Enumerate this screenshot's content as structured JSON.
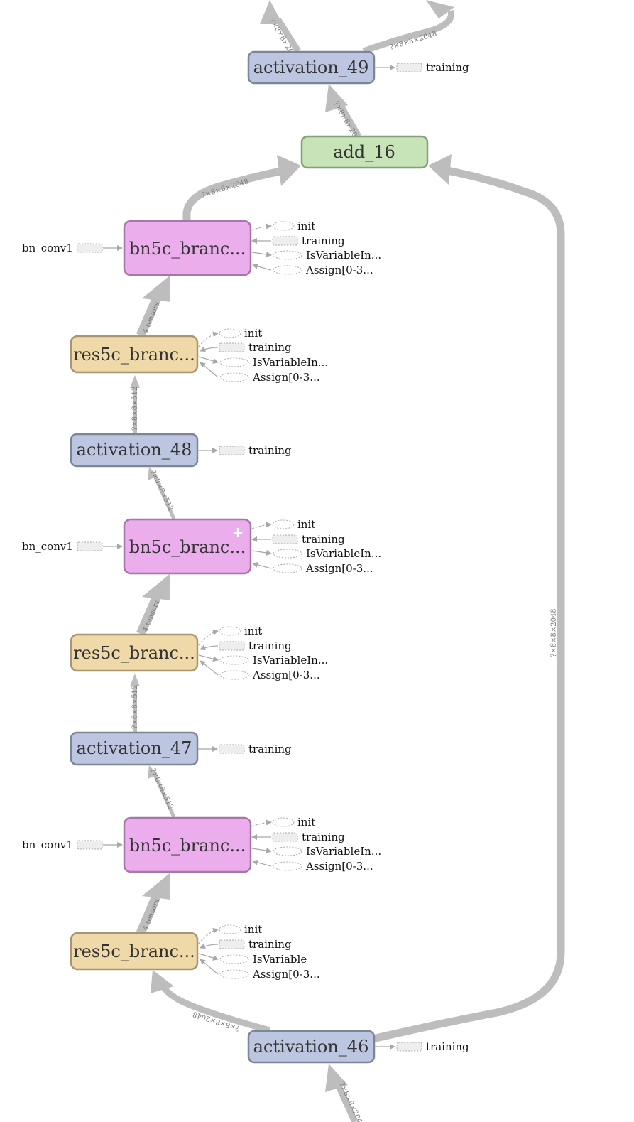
{
  "colors": {
    "activation_fill": "#bcc6e0",
    "activation_stroke": "#7d8599",
    "add_fill": "#c6e4b8",
    "add_stroke": "#86a07a",
    "bn_fill": "#ebadeb",
    "bn_stroke": "#a777a8",
    "res_fill": "#f0d9a8",
    "res_stroke": "#a89673",
    "edge": "#bdbdbd",
    "plus": "#ffffff"
  },
  "nodes": {
    "activation_49": "activation_49",
    "add_16": "add_16",
    "bn_top": "bn5c_branc...",
    "res_top": "res5c_branc...",
    "activation_48": "activation_48",
    "bn_mid": "bn5c_branc...",
    "res_mid": "res5c_branc...",
    "activation_47": "activation_47",
    "bn_bot": "bn5c_branc...",
    "res_bot": "res5c_branc...",
    "activation_46": "activation_46"
  },
  "aux": {
    "training": "training",
    "init": "init",
    "is_variable": "IsVariableIn...",
    "is_variable_short": "IsVariable",
    "assign": "Assign[0-3...",
    "bn_conv1": "bn_conv1"
  },
  "edge_labels": {
    "shape_2048": "?×8×8×2048",
    "shape_2048_trunc": "?×8×8×2",
    "shape_204": "?×8×8×204",
    "shape_512": "?×8×8×512",
    "four_tensors": "4 tensors"
  },
  "expand_icon": "+"
}
